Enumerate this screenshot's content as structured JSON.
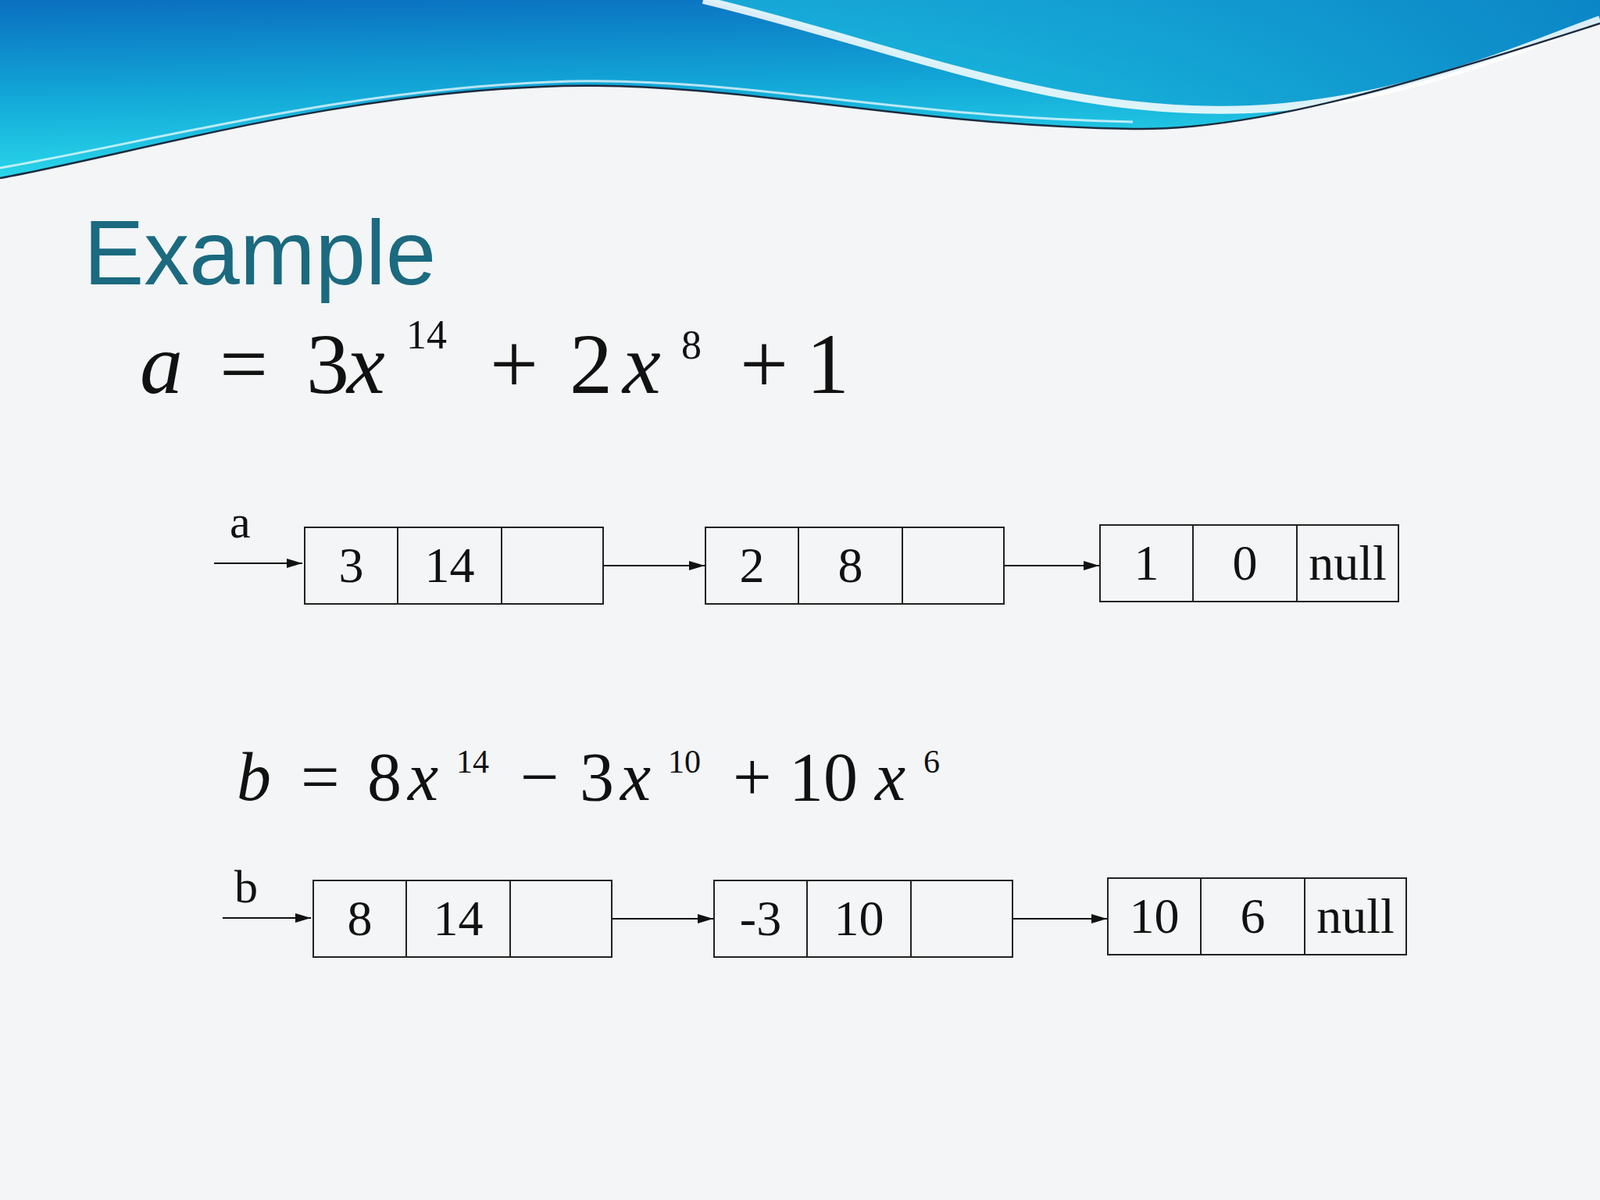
{
  "diagram": {
    "title": "Example",
    "nodes": [
      {
        "text": [
          "3",
          "14"
        ]
      },
      {
        "text": [
          "2",
          "8"
        ]
      },
      {
        "text": [
          "1",
          "0",
          "null"
        ]
      },
      {
        "text": [
          "8",
          "14"
        ]
      },
      {
        "text": [
          "-3",
          "10"
        ]
      },
      {
        "text": [
          "10",
          "6",
          "null"
        ]
      }
    ],
    "edges": [
      {
        "from": 0,
        "to": 1,
        "arrow": "to"
      },
      {
        "from": 1,
        "to": 2,
        "arrow": "to"
      },
      {
        "from": 3,
        "to": 4,
        "arrow": "to"
      },
      {
        "from": 4,
        "to": 5,
        "arrow": "to"
      }
    ],
    "labels": [
      "a",
      "=",
      "3",
      "x",
      "14",
      "+",
      "2",
      "x",
      "8",
      "+",
      "1",
      "a",
      "b",
      "=",
      "8",
      "x",
      "14",
      "−",
      "3",
      "x",
      "10",
      "+",
      "10",
      "x",
      "6",
      "b"
    ]
  }
}
